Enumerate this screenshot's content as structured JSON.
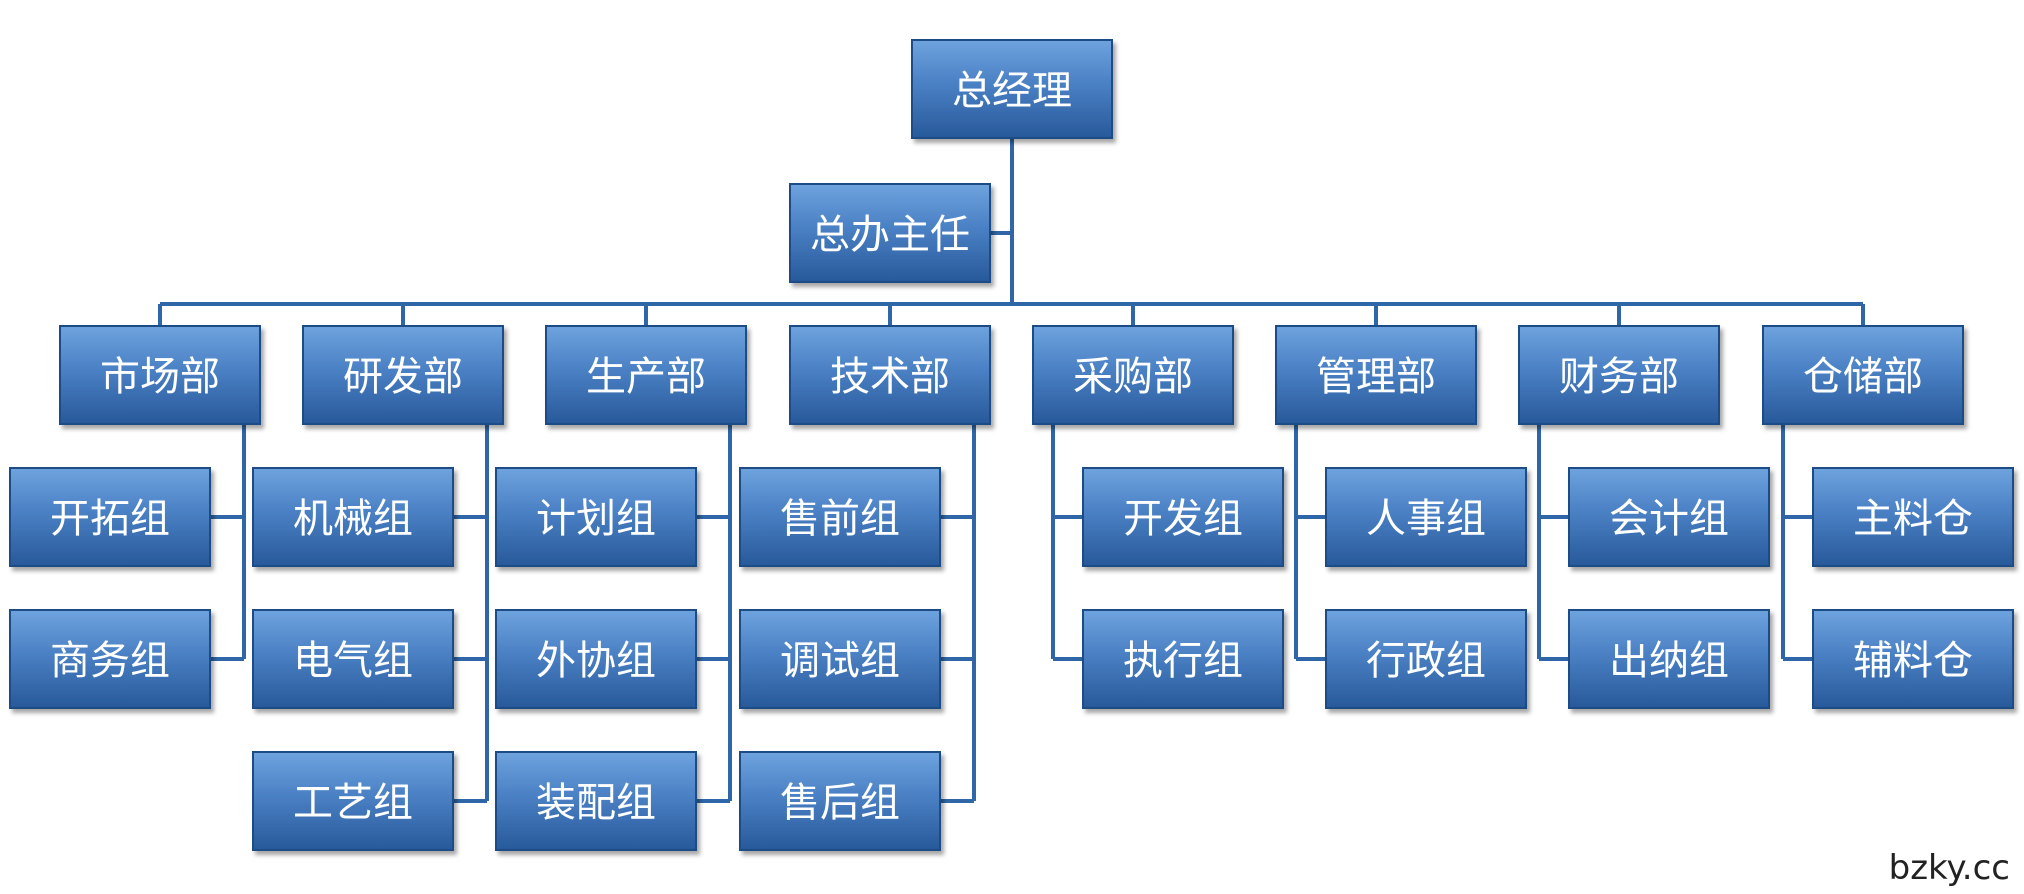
{
  "top": {
    "label": "总经理"
  },
  "assistant": {
    "label": "总办主任"
  },
  "departments": [
    {
      "label": "市场部",
      "groups": [
        "开拓组",
        "商务组"
      ],
      "side": "left"
    },
    {
      "label": "研发部",
      "groups": [
        "机械组",
        "电气组",
        "工艺组"
      ],
      "side": "left"
    },
    {
      "label": "生产部",
      "groups": [
        "计划组",
        "外协组",
        "装配组"
      ],
      "side": "left"
    },
    {
      "label": "技术部",
      "groups": [
        "售前组",
        "调试组",
        "售后组"
      ],
      "side": "left"
    },
    {
      "label": "采购部",
      "groups": [
        "开发组",
        "执行组"
      ],
      "side": "right"
    },
    {
      "label": "管理部",
      "groups": [
        "人事组",
        "行政组"
      ],
      "side": "right"
    },
    {
      "label": "财务部",
      "groups": [
        "会计组",
        "出纳组"
      ],
      "side": "right"
    },
    {
      "label": "仓储部",
      "groups": [
        "主料仓",
        "辅料仓"
      ],
      "side": "right"
    }
  ],
  "watermark": "bzky.cc",
  "colors": {
    "box_top": "#5b93d3",
    "box_bottom": "#2a5f9e",
    "border": "#1f4c85",
    "line": "#2e66a8",
    "text": "#ffffff"
  }
}
